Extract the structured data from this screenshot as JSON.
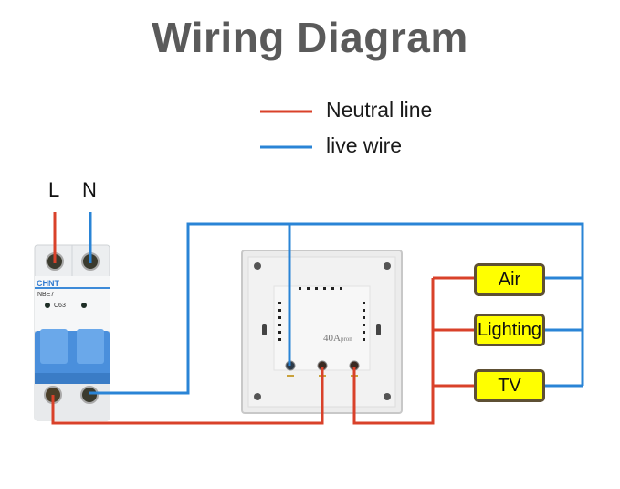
{
  "title": "Wiring Diagram",
  "legend": [
    {
      "label": "Neutral line",
      "color": "#d9412a"
    },
    {
      "label": "live wire",
      "color": "#2a84d6"
    }
  ],
  "terminals": {
    "left": "L",
    "right": "N"
  },
  "breaker": {
    "brand": "CHNT",
    "model": "NBE7",
    "curve": "C63"
  },
  "switch_panel": {
    "rating": "40A",
    "rating_suffix": "pron"
  },
  "loads": [
    {
      "label": "Air"
    },
    {
      "label": "Lighting"
    },
    {
      "label": "TV"
    }
  ],
  "colors": {
    "neutral": "#d9412a",
    "live": "#2a84d6",
    "load_fill": "#ffff00",
    "load_border": "#5e5034",
    "breaker_blue": "#4a8fdc",
    "title": "#5a5a5a"
  }
}
